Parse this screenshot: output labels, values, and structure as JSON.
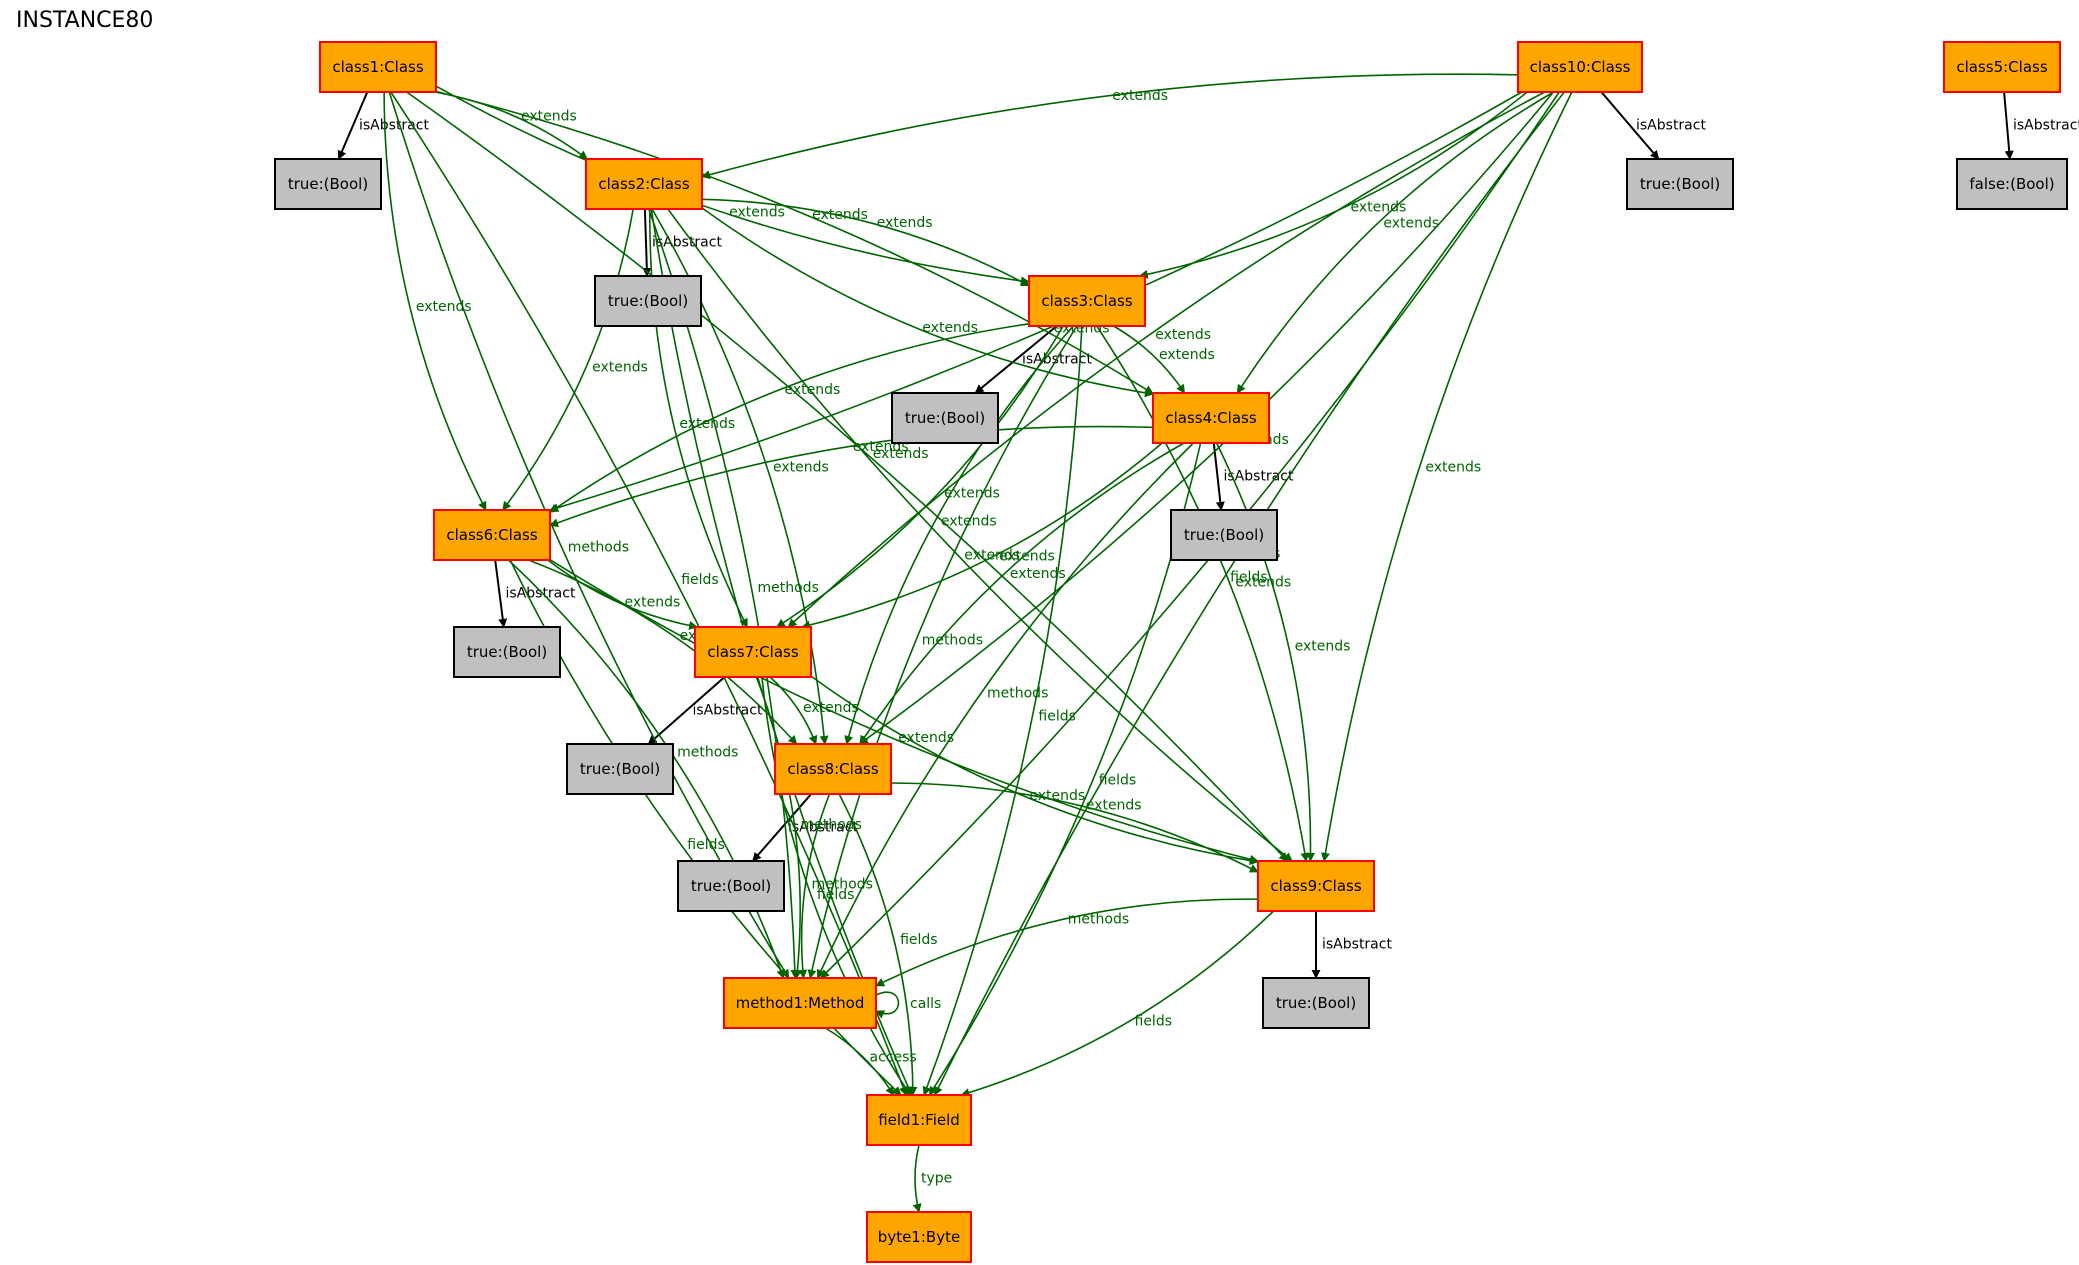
{
  "title": "INSTANCE80",
  "colors": {
    "class_fill": "#ffa500",
    "class_stroke": "#ff0000",
    "bool_fill": "#c0c0c0",
    "bool_stroke": "#000000",
    "edge_green": "#006400",
    "edge_black": "#000000"
  },
  "nodes": [
    {
      "id": "class1",
      "label": "class1:Class",
      "kind": "class"
    },
    {
      "id": "class10",
      "label": "class10:Class",
      "kind": "class"
    },
    {
      "id": "class5",
      "label": "class5:Class",
      "kind": "class"
    },
    {
      "id": "b1",
      "label": "true:(Bool)",
      "kind": "bool"
    },
    {
      "id": "b10",
      "label": "true:(Bool)",
      "kind": "bool"
    },
    {
      "id": "b5",
      "label": "false:(Bool)",
      "kind": "bool"
    },
    {
      "id": "class2",
      "label": "class2:Class",
      "kind": "class"
    },
    {
      "id": "b2",
      "label": "true:(Bool)",
      "kind": "bool"
    },
    {
      "id": "class3",
      "label": "class3:Class",
      "kind": "class"
    },
    {
      "id": "b3",
      "label": "true:(Bool)",
      "kind": "bool"
    },
    {
      "id": "class4",
      "label": "class4:Class",
      "kind": "class"
    },
    {
      "id": "b4",
      "label": "true:(Bool)",
      "kind": "bool"
    },
    {
      "id": "class6",
      "label": "class6:Class",
      "kind": "class"
    },
    {
      "id": "b6",
      "label": "true:(Bool)",
      "kind": "bool"
    },
    {
      "id": "class7",
      "label": "class7:Class",
      "kind": "class"
    },
    {
      "id": "b7",
      "label": "true:(Bool)",
      "kind": "bool"
    },
    {
      "id": "class8",
      "label": "class8:Class",
      "kind": "class"
    },
    {
      "id": "b8",
      "label": "true:(Bool)",
      "kind": "bool"
    },
    {
      "id": "class9",
      "label": "class9:Class",
      "kind": "class"
    },
    {
      "id": "b9",
      "label": "true:(Bool)",
      "kind": "bool"
    },
    {
      "id": "method1",
      "label": "method1:Method",
      "kind": "class"
    },
    {
      "id": "field1",
      "label": "field1:Field",
      "kind": "class"
    },
    {
      "id": "byte1",
      "label": "byte1:Byte",
      "kind": "class"
    }
  ],
  "edges": [
    {
      "from": "class1",
      "to": "b1",
      "label": "isAbstract",
      "kind": "attr"
    },
    {
      "from": "class10",
      "to": "b10",
      "label": "isAbstract",
      "kind": "attr"
    },
    {
      "from": "class5",
      "to": "b5",
      "label": "isAbstract",
      "kind": "attr"
    },
    {
      "from": "class2",
      "to": "b2",
      "label": "isAbstract",
      "kind": "attr"
    },
    {
      "from": "class3",
      "to": "b3",
      "label": "isAbstract",
      "kind": "attr"
    },
    {
      "from": "class4",
      "to": "b4",
      "label": "isAbstract",
      "kind": "attr"
    },
    {
      "from": "class6",
      "to": "b6",
      "label": "isAbstract",
      "kind": "attr"
    },
    {
      "from": "class7",
      "to": "b7",
      "label": "isAbstract",
      "kind": "attr"
    },
    {
      "from": "class8",
      "to": "b8",
      "label": "isAbstract",
      "kind": "attr"
    },
    {
      "from": "class9",
      "to": "b9",
      "label": "isAbstract",
      "kind": "attr"
    },
    {
      "from": "class1",
      "to": "class2",
      "label": "extends",
      "kind": "rel"
    },
    {
      "from": "class1",
      "to": "class3",
      "label": "extends",
      "kind": "rel"
    },
    {
      "from": "class1",
      "to": "class4",
      "label": "extends",
      "kind": "rel"
    },
    {
      "from": "class1",
      "to": "class6",
      "label": "extends",
      "kind": "rel"
    },
    {
      "from": "class1",
      "to": "class9",
      "label": "extends",
      "kind": "rel"
    },
    {
      "from": "class1",
      "to": "method1",
      "label": "methods",
      "kind": "rel"
    },
    {
      "from": "class1",
      "to": "field1",
      "label": "fields",
      "kind": "rel"
    },
    {
      "from": "class10",
      "to": "class2",
      "label": "extends",
      "kind": "rel"
    },
    {
      "from": "class10",
      "to": "class3",
      "label": "extends",
      "kind": "rel"
    },
    {
      "from": "class10",
      "to": "class4",
      "label": "extends",
      "kind": "rel"
    },
    {
      "from": "class10",
      "to": "class6",
      "label": "extends",
      "kind": "rel"
    },
    {
      "from": "class10",
      "to": "class7",
      "label": "extends",
      "kind": "rel"
    },
    {
      "from": "class10",
      "to": "class8",
      "label": "extends",
      "kind": "rel"
    },
    {
      "from": "class10",
      "to": "class9",
      "label": "extends",
      "kind": "rel"
    },
    {
      "from": "class10",
      "to": "method1",
      "label": "methods",
      "kind": "rel"
    },
    {
      "from": "class10",
      "to": "field1",
      "label": "fields",
      "kind": "rel"
    },
    {
      "from": "class2",
      "to": "class3",
      "label": "extends",
      "kind": "rel"
    },
    {
      "from": "class2",
      "to": "class4",
      "label": "extends",
      "kind": "rel"
    },
    {
      "from": "class2",
      "to": "class6",
      "label": "extends",
      "kind": "rel"
    },
    {
      "from": "class2",
      "to": "class7",
      "label": "extends",
      "kind": "rel"
    },
    {
      "from": "class2",
      "to": "class8",
      "label": "extends",
      "kind": "rel"
    },
    {
      "from": "class2",
      "to": "class9",
      "label": "extends",
      "kind": "rel"
    },
    {
      "from": "class2",
      "to": "method1",
      "label": "methods",
      "kind": "rel"
    },
    {
      "from": "class2",
      "to": "field1",
      "label": "fields",
      "kind": "rel"
    },
    {
      "from": "class3",
      "to": "class4",
      "label": "extends",
      "kind": "rel"
    },
    {
      "from": "class3",
      "to": "class6",
      "label": "extends",
      "kind": "rel"
    },
    {
      "from": "class3",
      "to": "class7",
      "label": "extends",
      "kind": "rel"
    },
    {
      "from": "class3",
      "to": "class8",
      "label": "extends",
      "kind": "rel"
    },
    {
      "from": "class3",
      "to": "class9",
      "label": "extends",
      "kind": "rel"
    },
    {
      "from": "class3",
      "to": "method1",
      "label": "methods",
      "kind": "rel"
    },
    {
      "from": "class3",
      "to": "field1",
      "label": "fields",
      "kind": "rel"
    },
    {
      "from": "class4",
      "to": "class6",
      "label": "extends",
      "kind": "rel"
    },
    {
      "from": "class4",
      "to": "class7",
      "label": "extends",
      "kind": "rel"
    },
    {
      "from": "class4",
      "to": "class8",
      "label": "extends",
      "kind": "rel"
    },
    {
      "from": "class4",
      "to": "class9",
      "label": "extends",
      "kind": "rel"
    },
    {
      "from": "class4",
      "to": "method1",
      "label": "methods",
      "kind": "rel"
    },
    {
      "from": "class4",
      "to": "field1",
      "label": "fields",
      "kind": "rel"
    },
    {
      "from": "class6",
      "to": "class7",
      "label": "extends",
      "kind": "rel"
    },
    {
      "from": "class6",
      "to": "class8",
      "label": "extends",
      "kind": "rel"
    },
    {
      "from": "class6",
      "to": "class9",
      "label": "extends",
      "kind": "rel"
    },
    {
      "from": "class6",
      "to": "method1",
      "label": "methods",
      "kind": "rel"
    },
    {
      "from": "class6",
      "to": "field1",
      "label": "fields",
      "kind": "rel"
    },
    {
      "from": "class7",
      "to": "class8",
      "label": "extends",
      "kind": "rel"
    },
    {
      "from": "class7",
      "to": "class9",
      "label": "extends",
      "kind": "rel"
    },
    {
      "from": "class7",
      "to": "method1",
      "label": "methods",
      "kind": "rel"
    },
    {
      "from": "class7",
      "to": "field1",
      "label": "fields",
      "kind": "rel"
    },
    {
      "from": "class8",
      "to": "class9",
      "label": "extends",
      "kind": "rel"
    },
    {
      "from": "class8",
      "to": "method1",
      "label": "methods",
      "kind": "rel"
    },
    {
      "from": "class8",
      "to": "field1",
      "label": "fields",
      "kind": "rel"
    },
    {
      "from": "class9",
      "to": "method1",
      "label": "methods",
      "kind": "rel"
    },
    {
      "from": "class9",
      "to": "field1",
      "label": "fields",
      "kind": "rel"
    },
    {
      "from": "method1",
      "to": "method1",
      "label": "calls",
      "kind": "rel"
    },
    {
      "from": "method1",
      "to": "field1",
      "label": "access",
      "kind": "rel"
    },
    {
      "from": "field1",
      "to": "byte1",
      "label": "type",
      "kind": "rel"
    }
  ]
}
